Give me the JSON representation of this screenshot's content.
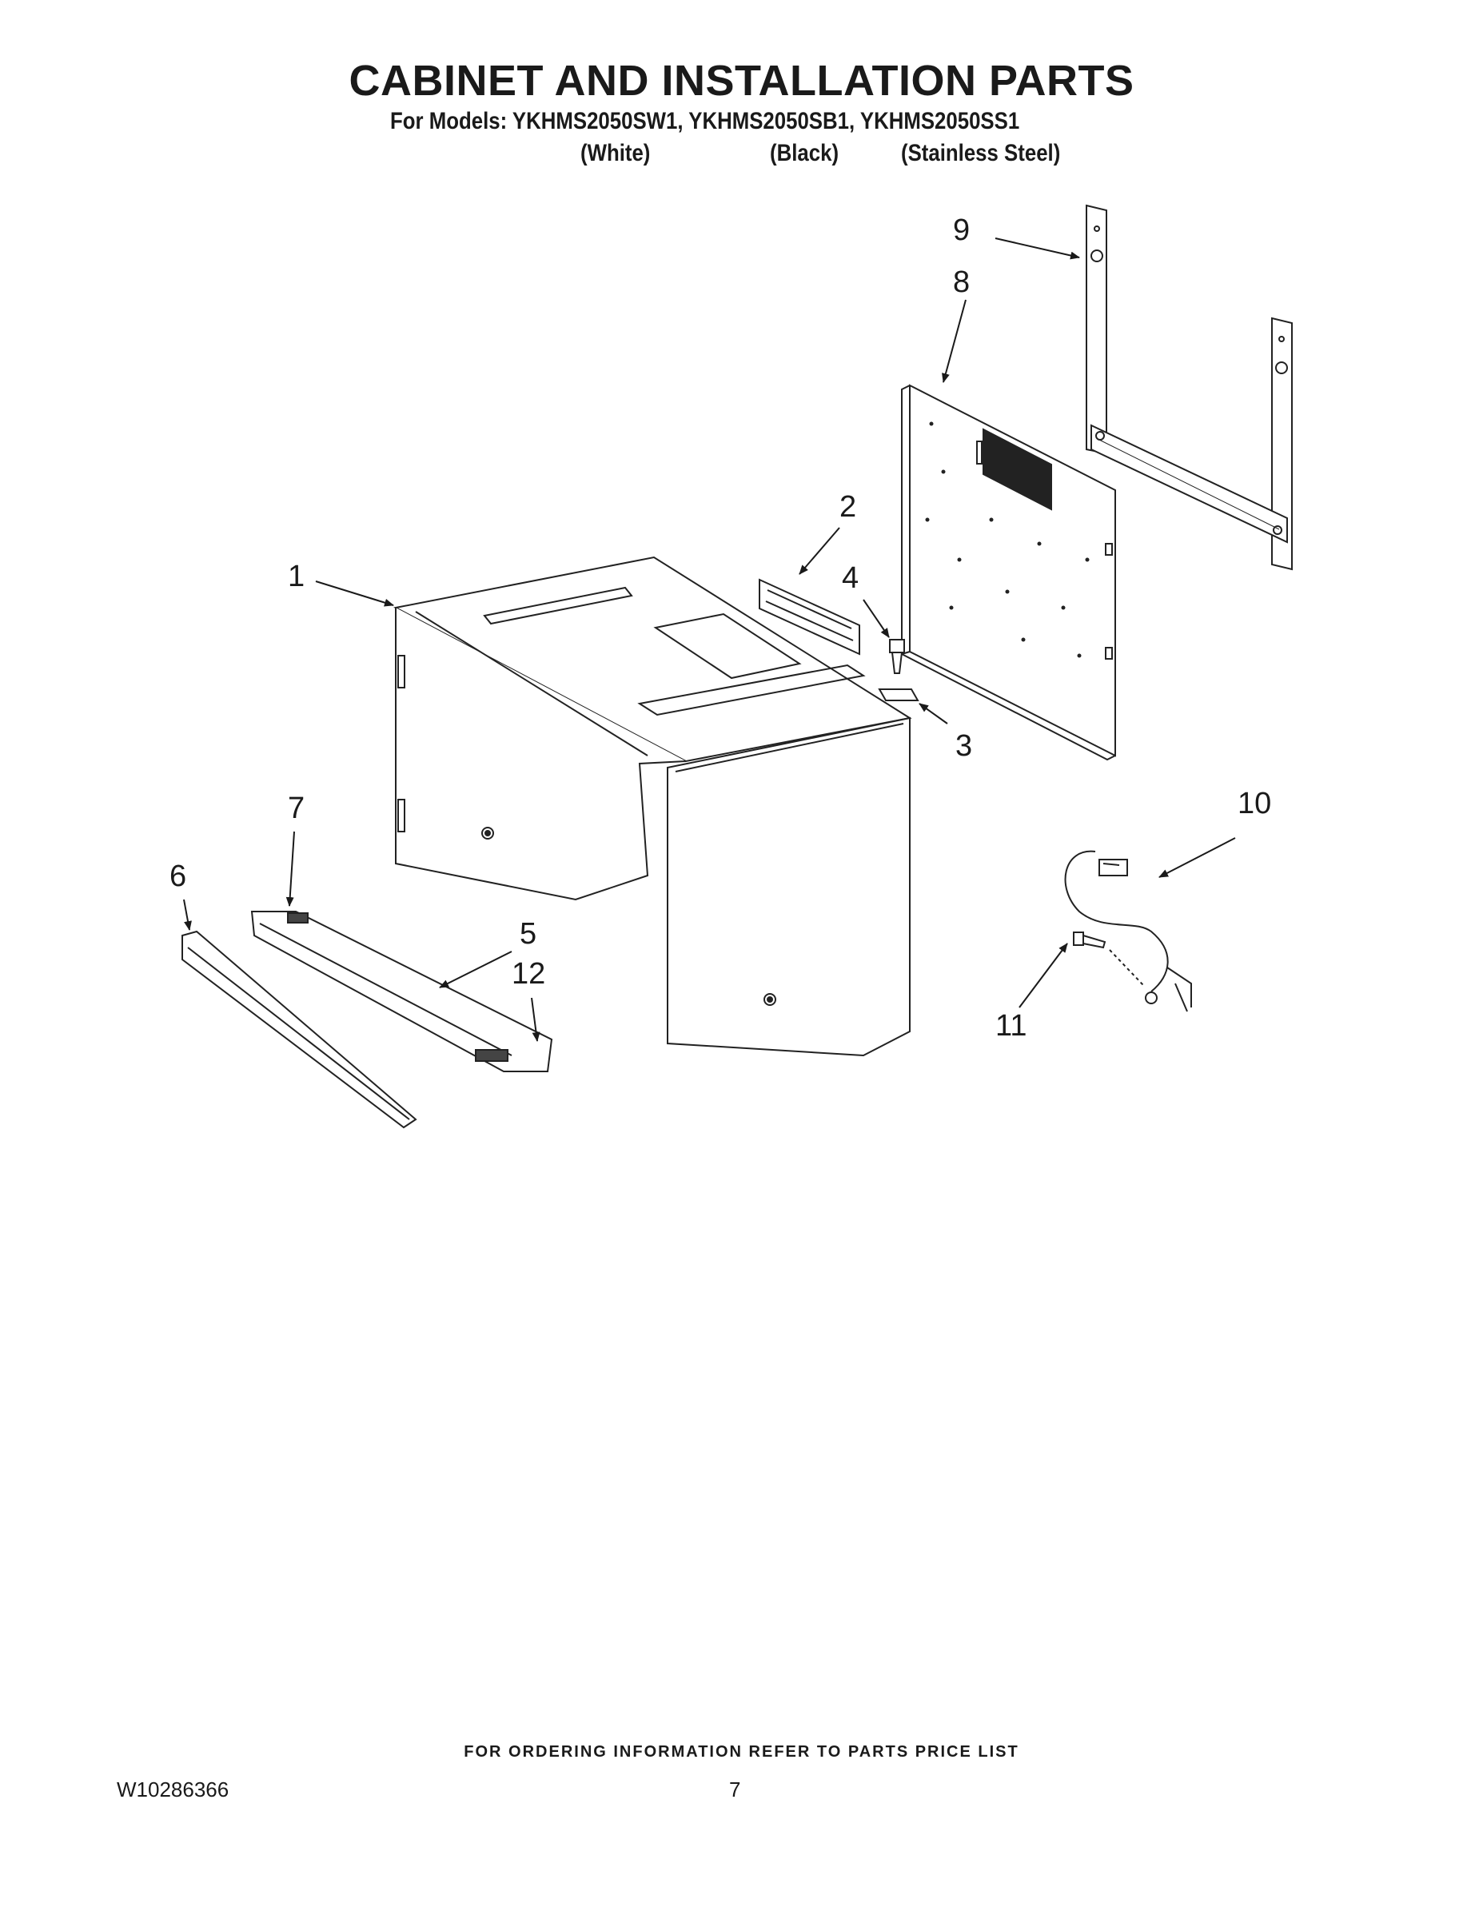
{
  "header": {
    "title": "CABINET AND INSTALLATION PARTS",
    "models_line": "For Models: YKHMS2050SW1, YKHMS2050SB1, YKHMS2050SS1",
    "variants": [
      "(White)",
      "(Black)",
      "(Stainless Steel)"
    ]
  },
  "callouts": [
    "1",
    "2",
    "3",
    "4",
    "5",
    "6",
    "7",
    "8",
    "9",
    "10",
    "11",
    "12"
  ],
  "footer": {
    "ordering_note": "FOR ORDERING INFORMATION REFER TO PARTS PRICE LIST",
    "doc_number": "W10286366",
    "page_number": "7"
  }
}
